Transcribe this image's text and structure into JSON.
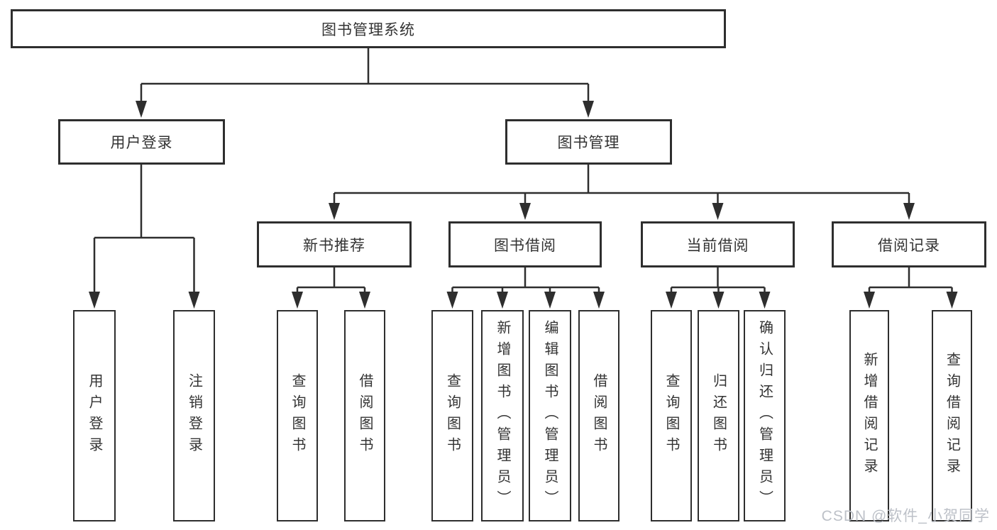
{
  "diagram": {
    "root": {
      "label": "图书管理系统"
    },
    "level2": [
      {
        "id": "user-login",
        "label": "用户登录"
      },
      {
        "id": "book-management",
        "label": "图书管理"
      }
    ],
    "level3": [
      {
        "id": "new-book-recommend",
        "label": "新书推荐",
        "parent": "图书管理"
      },
      {
        "id": "book-borrowing",
        "label": "图书借阅",
        "parent": "图书管理"
      },
      {
        "id": "current-borrowing",
        "label": "当前借阅",
        "parent": "图书管理"
      },
      {
        "id": "borrowing-records",
        "label": "借阅记录",
        "parent": "图书管理"
      }
    ],
    "leaves": [
      {
        "label": "用户登录",
        "parent": "用户登录"
      },
      {
        "label": "注销登录",
        "parent": "用户登录"
      },
      {
        "label": "查询图书",
        "parent": "新书推荐"
      },
      {
        "label": "借阅图书",
        "parent": "新书推荐"
      },
      {
        "label": "查询图书",
        "parent": "图书借阅"
      },
      {
        "label": "新增图书（管理员）",
        "parent": "图书借阅"
      },
      {
        "label": "编辑图书（管理员）",
        "parent": "图书借阅"
      },
      {
        "label": "借阅图书",
        "parent": "图书借阅"
      },
      {
        "label": "查询图书",
        "parent": "当前借阅"
      },
      {
        "label": "归还图书",
        "parent": "当前借阅"
      },
      {
        "label": "确认归还（管理员）",
        "parent": "当前借阅"
      },
      {
        "label": "新增借阅记录",
        "parent": "借阅记录"
      },
      {
        "label": "查询借阅记录",
        "parent": "借阅记录"
      }
    ],
    "watermark": "CSDN @软件_小贺同学"
  },
  "colors": {
    "line": "#2e2e2e",
    "box_border": "#2e2e2e",
    "text": "#333333",
    "background": "#ffffff",
    "watermark": "#bdc1c8"
  }
}
